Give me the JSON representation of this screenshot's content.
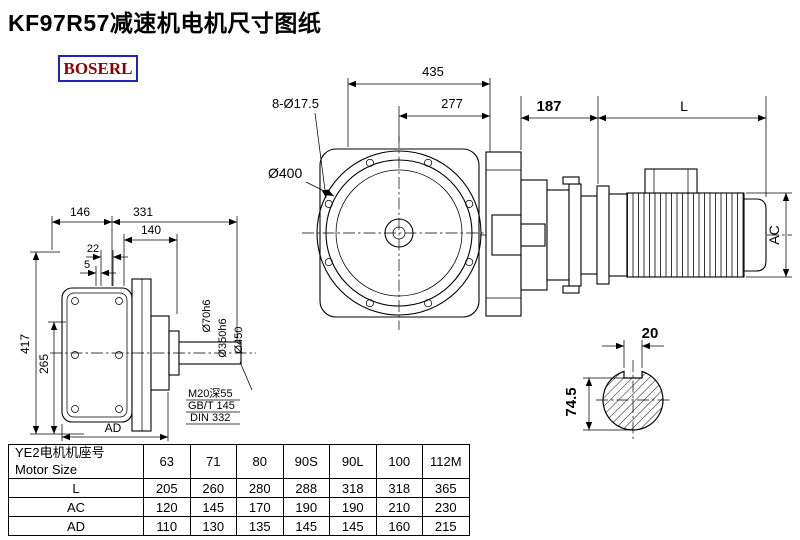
{
  "page": {
    "title": "KF97R57减速机电机尺寸图纸",
    "logo": "BOSERL",
    "logo_border_color": "#2323b8",
    "logo_text_color": "#8b0000"
  },
  "front_view": {
    "dim_total_width": "435",
    "dim_bolt_holes": "8-Ø17.5",
    "dim_inner_width": "277",
    "dim_flange_dia": "Ø400"
  },
  "side_view": {
    "dim_adapter": "187",
    "dim_motor_length": "L",
    "dim_motor_dia": "AC"
  },
  "left_view": {
    "dim_146": "146",
    "dim_331": "331",
    "dim_140": "140",
    "dim_22": "22",
    "dim_5": "5",
    "dim_417": "417",
    "dim_265": "265",
    "dim_AD": "AD",
    "dim_shaft_dia": "Ø70h6",
    "dim_hub_dia": "Ø350h6",
    "dim_flange_dia": "Ø450",
    "note_thread": "M20深55",
    "note_std1": "GB/T 145",
    "note_std2": "DIN 332"
  },
  "shaft_section": {
    "dim_key_width": "20",
    "dim_key_height": "74.5"
  },
  "table": {
    "row_label_line1": "YE2电机机座号",
    "row_label_line2": "Motor Size",
    "header": [
      "63",
      "71",
      "80",
      "90S",
      "90L",
      "100",
      "112M"
    ],
    "rows": [
      {
        "label": "L",
        "values": [
          "205",
          "260",
          "280",
          "288",
          "318",
          "318",
          "365"
        ]
      },
      {
        "label": "AC",
        "values": [
          "120",
          "145",
          "170",
          "190",
          "190",
          "210",
          "230"
        ]
      },
      {
        "label": "AD",
        "values": [
          "110",
          "130",
          "135",
          "145",
          "145",
          "160",
          "215"
        ]
      }
    ]
  }
}
